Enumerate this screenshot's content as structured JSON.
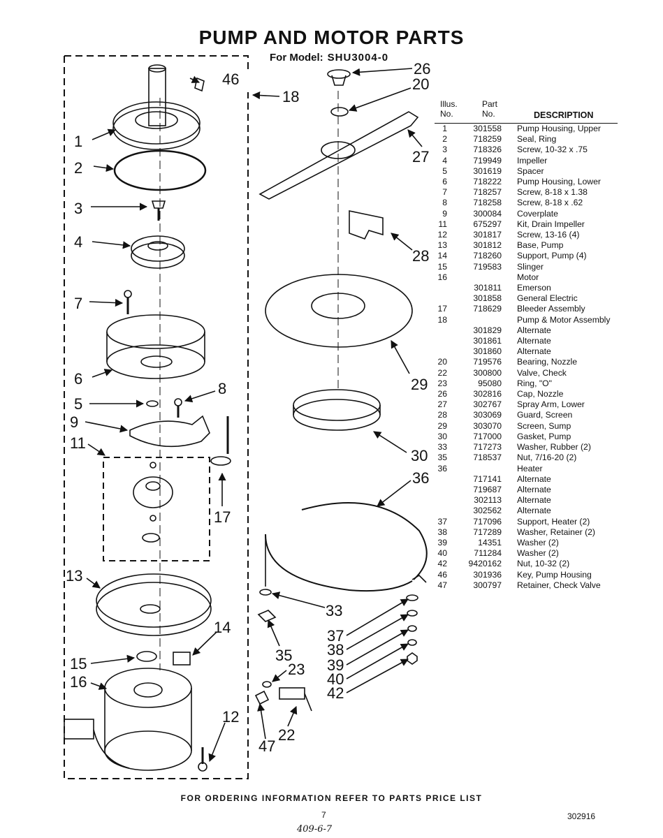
{
  "header": {
    "title": "PUMP AND MOTOR PARTS",
    "model_label": "For Model:",
    "model_value": "SHU3004-0"
  },
  "parts_table": {
    "columns": {
      "illus_line1": "Illus.",
      "illus_line2": "No.",
      "part_line1": "Part",
      "part_line2": "No.",
      "description": "DESCRIPTION"
    },
    "rows": [
      {
        "illus": "1",
        "part": "301558",
        "desc": "Pump Housing, Upper"
      },
      {
        "illus": "2",
        "part": "718259",
        "desc": "Seal, Ring"
      },
      {
        "illus": "3",
        "part": "718326",
        "desc": "Screw, 10-32 x .75"
      },
      {
        "illus": "4",
        "part": "719949",
        "desc": "Impeller"
      },
      {
        "illus": "5",
        "part": "301619",
        "desc": "Spacer"
      },
      {
        "illus": "6",
        "part": "718222",
        "desc": "Pump Housing, Lower"
      },
      {
        "illus": "7",
        "part": "718257",
        "desc": "Screw, 8-18 x 1.38"
      },
      {
        "illus": "8",
        "part": "718258",
        "desc": "Screw, 8-18 x .62"
      },
      {
        "illus": "9",
        "part": "300084",
        "desc": "Coverplate"
      },
      {
        "illus": "11",
        "part": "675297",
        "desc": "Kit, Drain Impeller"
      },
      {
        "illus": "12",
        "part": "301817",
        "desc": "Screw, 13-16 (4)"
      },
      {
        "illus": "13",
        "part": "301812",
        "desc": "Base, Pump"
      },
      {
        "illus": "14",
        "part": "718260",
        "desc": "Support, Pump (4)"
      },
      {
        "illus": "15",
        "part": "719583",
        "desc": "Slinger"
      },
      {
        "illus": "16",
        "part": "",
        "desc": "Motor"
      },
      {
        "illus": "",
        "part": "301811",
        "desc": "Emerson"
      },
      {
        "illus": "",
        "part": "301858",
        "desc": "General Electric"
      },
      {
        "illus": "17",
        "part": "718629",
        "desc": "Bleeder Assembly"
      },
      {
        "illus": "18",
        "part": "",
        "desc": "Pump & Motor Assembly"
      },
      {
        "illus": "",
        "part": "301829",
        "desc": "Alternate"
      },
      {
        "illus": "",
        "part": "301861",
        "desc": "Alternate"
      },
      {
        "illus": "",
        "part": "301860",
        "desc": "Alternate"
      },
      {
        "illus": "20",
        "part": "719576",
        "desc": "Bearing, Nozzle"
      },
      {
        "illus": "22",
        "part": "300800",
        "desc": "Valve, Check"
      },
      {
        "illus": "23",
        "part": "95080",
        "desc": "Ring, \"O\""
      },
      {
        "illus": "26",
        "part": "302816",
        "desc": "Cap, Nozzle"
      },
      {
        "illus": "27",
        "part": "302767",
        "desc": "Spray Arm, Lower"
      },
      {
        "illus": "28",
        "part": "303069",
        "desc": "Guard, Screen"
      },
      {
        "illus": "29",
        "part": "303070",
        "desc": "Screen, Sump"
      },
      {
        "illus": "30",
        "part": "717000",
        "desc": "Gasket, Pump"
      },
      {
        "illus": "33",
        "part": "717273",
        "desc": "Washer, Rubber (2)"
      },
      {
        "illus": "35",
        "part": "718537",
        "desc": "Nut, 7/16-20 (2)"
      },
      {
        "illus": "36",
        "part": "",
        "desc": "Heater"
      },
      {
        "illus": "",
        "part": "717141",
        "desc": "Alternate"
      },
      {
        "illus": "",
        "part": "719687",
        "desc": "Alternate"
      },
      {
        "illus": "",
        "part": "302113",
        "desc": "Alternate"
      },
      {
        "illus": "",
        "part": "302562",
        "desc": "Alternate"
      },
      {
        "illus": "37",
        "part": "717096",
        "desc": "Support, Heater (2)"
      },
      {
        "illus": "38",
        "part": "717289",
        "desc": "Washer, Retainer (2)"
      },
      {
        "illus": "39",
        "part": "14351",
        "desc": "Washer (2)"
      },
      {
        "illus": "40",
        "part": "711284",
        "desc": "Washer (2)"
      },
      {
        "illus": "42",
        "part": "9420162",
        "desc": "Nut, 10-32 (2)"
      },
      {
        "illus": "46",
        "part": "301936",
        "desc": "Key, Pump Housing"
      },
      {
        "illus": "47",
        "part": "300797",
        "desc": "Retainer, Check Valve"
      }
    ]
  },
  "callouts": {
    "c1": "1",
    "c2": "2",
    "c3": "3",
    "c4": "4",
    "c5": "5",
    "c6": "6",
    "c7": "7",
    "c8": "8",
    "c9": "9",
    "c11": "11",
    "c12": "12",
    "c13": "13",
    "c14": "14",
    "c15": "15",
    "c16": "16",
    "c17": "17",
    "c18": "18",
    "c20": "20",
    "c22": "22",
    "c23": "23",
    "c26": "26",
    "c27": "27",
    "c28": "28",
    "c29": "29",
    "c30": "30",
    "c33": "33",
    "c35": "35",
    "c36": "36",
    "c37": "37",
    "c38": "38",
    "c39": "39",
    "c40": "40",
    "c42": "42",
    "c46": "46",
    "c47": "47"
  },
  "footer": {
    "ordering_note": "FOR ORDERING INFORMATION REFER TO PARTS PRICE LIST",
    "page_number": "7",
    "document_number": "302916",
    "handwritten": "409-6-7"
  }
}
